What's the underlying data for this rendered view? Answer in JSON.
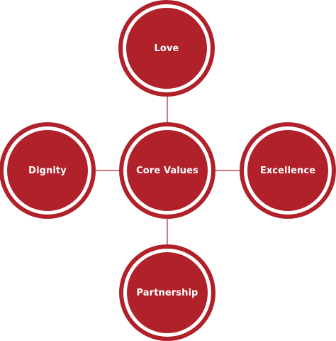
{
  "diagram": {
    "center": {
      "label": "Core Values"
    },
    "nodes": [
      {
        "id": "love",
        "label": "Love"
      },
      {
        "id": "dignity",
        "label": "Dignity"
      },
      {
        "id": "excellence",
        "label": "Excellence"
      },
      {
        "id": "partnership",
        "label": "Partnership"
      }
    ],
    "colors": {
      "node_fill": "#b0212a",
      "connector": "#b0212a",
      "text": "#ffffff",
      "background": "#ffffff"
    }
  }
}
